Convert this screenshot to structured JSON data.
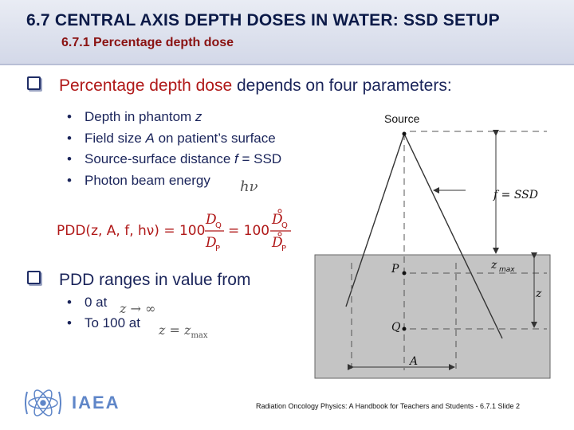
{
  "slide": {
    "title": "6.7  CENTRAL AXIS DEPTH DOSES IN WATER: SSD SETUP",
    "subtitle": "6.7.1 Percentage depth dose"
  },
  "bullet1": {
    "highlight": "Percentage depth dose",
    "rest": " depends on four parameters:"
  },
  "params": [
    {
      "text": "Depth in phantom ",
      "var": "z"
    },
    {
      "text": "Field size ",
      "var": "A",
      "after": " on patient’s surface"
    },
    {
      "text": "Source-surface distance  ",
      "var": "f",
      "after": " = SSD"
    },
    {
      "text": "Photon beam energy",
      "symbol": "hν"
    }
  ],
  "formula": {
    "lhs": "PDD(z, A, f, hν) = 100",
    "num1": "D",
    "num1_sub": "Q",
    "den1": "D",
    "den1_sub": "P",
    "mid": "= 100",
    "num2_sub": "Q",
    "den2_sub": "P"
  },
  "bullet2": {
    "text": "PDD ranges in value from"
  },
  "ranges": [
    {
      "text": "0 at",
      "expr": "z → ∞"
    },
    {
      "text": "To 100 at",
      "expr": "z = z",
      "expr_sub": "max"
    }
  ],
  "diagram": {
    "source_label": "Source",
    "ssd_label": "f = SSD",
    "p_label": "P",
    "zmax_label": "z",
    "zmax_sub": "max",
    "z_label": "z",
    "q_label": "Q",
    "a_label": "A",
    "phantom_color": "#c4c4c4"
  },
  "logo": {
    "text": "IAEA",
    "icon": "iaea-atom-emblem-icon",
    "color": "#5f86c8"
  },
  "footer": "Radiation Oncology Physics: A Handbook for Teachers and Students - 6.7.1 Slide 2"
}
